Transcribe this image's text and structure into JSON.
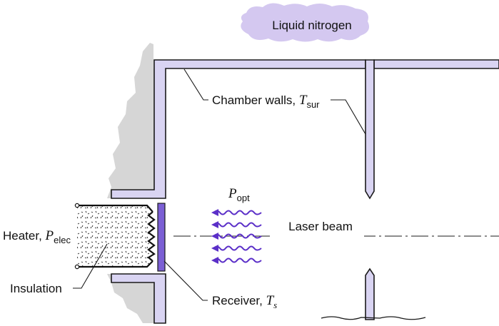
{
  "tank_label": "Liquid nitrogen",
  "walls_label": {
    "main": "Chamber walls, ",
    "symbol": "T",
    "sub": "sur"
  },
  "popt_label": {
    "symbol": "P",
    "sub": "opt"
  },
  "laser_label": "Laser beam",
  "heater_label": {
    "main": "Heater, ",
    "symbol": "P",
    "sub": "elec"
  },
  "insulation_label": "Insulation",
  "receiver_label": {
    "main": "Receiver, ",
    "symbol": "T",
    "sub": "s"
  },
  "colors": {
    "wall_fill": "#d9d4f2",
    "wall_stroke": "#1a1a1a",
    "frost": "#d6d6d6",
    "cloud": "#d4c8f0",
    "receiver": "#7b5fd4",
    "waves": "#5b2fc8"
  }
}
